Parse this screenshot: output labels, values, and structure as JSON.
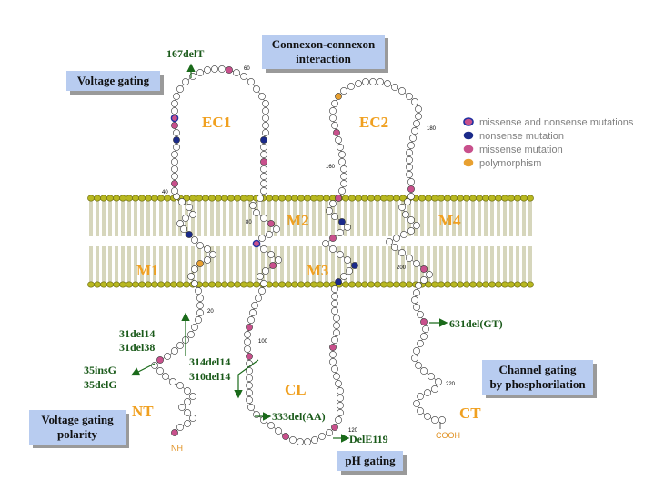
{
  "callouts": {
    "voltage_gating": "Voltage gating",
    "connexon_line1": "Connexon-connexon",
    "connexon_line2": "interaction",
    "channel_line1": "Channel gating",
    "channel_line2": "by phosphorilation",
    "vg_polarity_line1": "Voltage gating",
    "vg_polarity_line2": "polarity",
    "ph_gating": "pH gating"
  },
  "regions": {
    "ec1": "EC1",
    "ec2": "EC2",
    "m1": "M1",
    "m2": "M2",
    "m3": "M3",
    "m4": "M4",
    "nt": "NT",
    "ct": "CT",
    "cl": "CL"
  },
  "mutations": {
    "m167": "167delT",
    "m31a": "31del14",
    "m31b": "31del38",
    "m35a": "35insG",
    "m35b": "35delG",
    "m314": "314del14",
    "m310": "310del14",
    "m333": "333del(AA)",
    "mdel119": "DelE119",
    "m631": "631del(GT)"
  },
  "termini": {
    "nh": "NH",
    "cooh": "COOH"
  },
  "legend": [
    {
      "label": "missense and nonsense mutations",
      "color": "#c8508c",
      "ring": "#2030a0"
    },
    {
      "label": "nonsense mutation",
      "color": "#1a2a8a",
      "ring": "#1a2a8a"
    },
    {
      "label": "missense mutation",
      "color": "#c8508c",
      "ring": "#c8508c"
    },
    {
      "label": "polymorphism",
      "color": "#e8a030",
      "ring": "#e8a030"
    }
  ],
  "residue_numbers": {
    "n20": "20",
    "n40": "40",
    "n60": "60",
    "n80": "80",
    "n100": "100",
    "n120": "120",
    "n160": "160",
    "n180": "180",
    "n200": "200",
    "n220": "220"
  }
}
